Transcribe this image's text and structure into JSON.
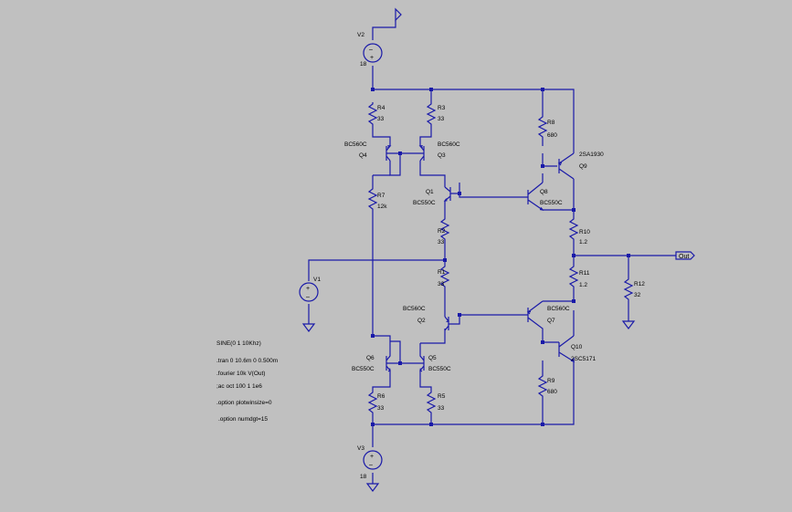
{
  "schematic": {
    "components": {
      "V2": {
        "name": "V2",
        "value": "18"
      },
      "V3": {
        "name": "V3",
        "value": "18"
      },
      "V1": {
        "name": "V1"
      },
      "R1": {
        "name": "R1",
        "value": "33"
      },
      "R2": {
        "name": "R2",
        "value": "33"
      },
      "R3": {
        "name": "R3",
        "value": "33"
      },
      "R4": {
        "name": "R4",
        "value": "33"
      },
      "R5": {
        "name": "R5",
        "value": "33"
      },
      "R6": {
        "name": "R6",
        "value": "33"
      },
      "R7": {
        "name": "R7",
        "value": "12k"
      },
      "R8": {
        "name": "R8",
        "value": "680"
      },
      "R9": {
        "name": "R9",
        "value": "680"
      },
      "R10": {
        "name": "R10",
        "value": "1.2"
      },
      "R11": {
        "name": "R11",
        "value": "1.2"
      },
      "R12": {
        "name": "R12",
        "value": "32"
      },
      "Q1": {
        "name": "Q1",
        "model": "BC550C"
      },
      "Q2": {
        "name": "Q2",
        "model": "BC560C"
      },
      "Q3": {
        "name": "Q3",
        "model": "BC560C"
      },
      "Q4": {
        "name": "Q4",
        "model": "BC560C"
      },
      "Q5": {
        "name": "Q5",
        "model": "BC550C"
      },
      "Q6": {
        "name": "Q6",
        "model": "BC550C"
      },
      "Q7": {
        "name": "Q7",
        "model": "BC560C"
      },
      "Q8": {
        "name": "Q8",
        "model": "BC550C"
      },
      "Q9": {
        "name": "Q9",
        "model": "2SA1930"
      },
      "Q10": {
        "name": "Q10",
        "model": "2SC5171"
      }
    },
    "output_port": "Out",
    "directives": [
      "SINE(0 1 10Khz)",
      ".tran 0 10.6m 0 0.500m",
      ".fourier 10k V(Out)",
      ";ac oct 100 1 1e6",
      ".option plotwinsize=0",
      ".option numdgt=15"
    ],
    "colors": {
      "background": "#c0c0c0",
      "wire": "#1a1aa8",
      "text": "#000000"
    }
  }
}
